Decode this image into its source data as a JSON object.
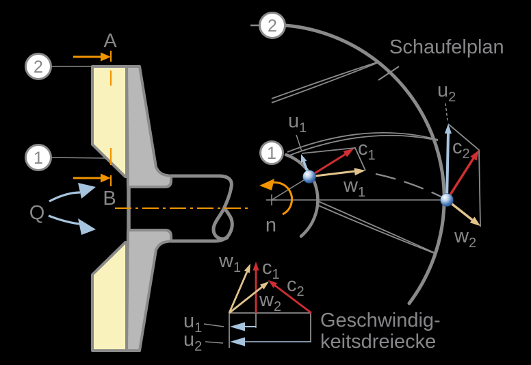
{
  "diagram": {
    "section_view": {
      "dim_a": "A",
      "dim_b": "B",
      "flow_label": "Q",
      "station_1": "1",
      "station_2": "2"
    },
    "blade_plan": {
      "title": "Schaufelplan",
      "station_1": "1",
      "station_2": "2",
      "speed_label": "n"
    },
    "velocity_triangles": {
      "title_line1": "Geschwindig-",
      "title_line2": "keitsdreiecke"
    },
    "vectors": {
      "u1": {
        "base": "u",
        "sub": "1"
      },
      "c1": {
        "base": "c",
        "sub": "1"
      },
      "w1": {
        "base": "w",
        "sub": "1"
      },
      "u2": {
        "base": "u",
        "sub": "2"
      },
      "c2": {
        "base": "c",
        "sub": "2"
      },
      "w2": {
        "base": "w",
        "sub": "2"
      }
    },
    "colors": {
      "background": "#000000",
      "outline_gray": "#8a8a8a",
      "fill_gray": "#b8b8b8",
      "blade_yellow": "#faf2bc",
      "accent_orange": "#f29400",
      "absolute_velocity_red": "#cf2f32",
      "relative_velocity_tan": "#e0c48c",
      "peripheral_velocity_blue": "#a7c4de",
      "text_gray": "#87878a",
      "marker_blue": "#2f5fa5"
    }
  }
}
